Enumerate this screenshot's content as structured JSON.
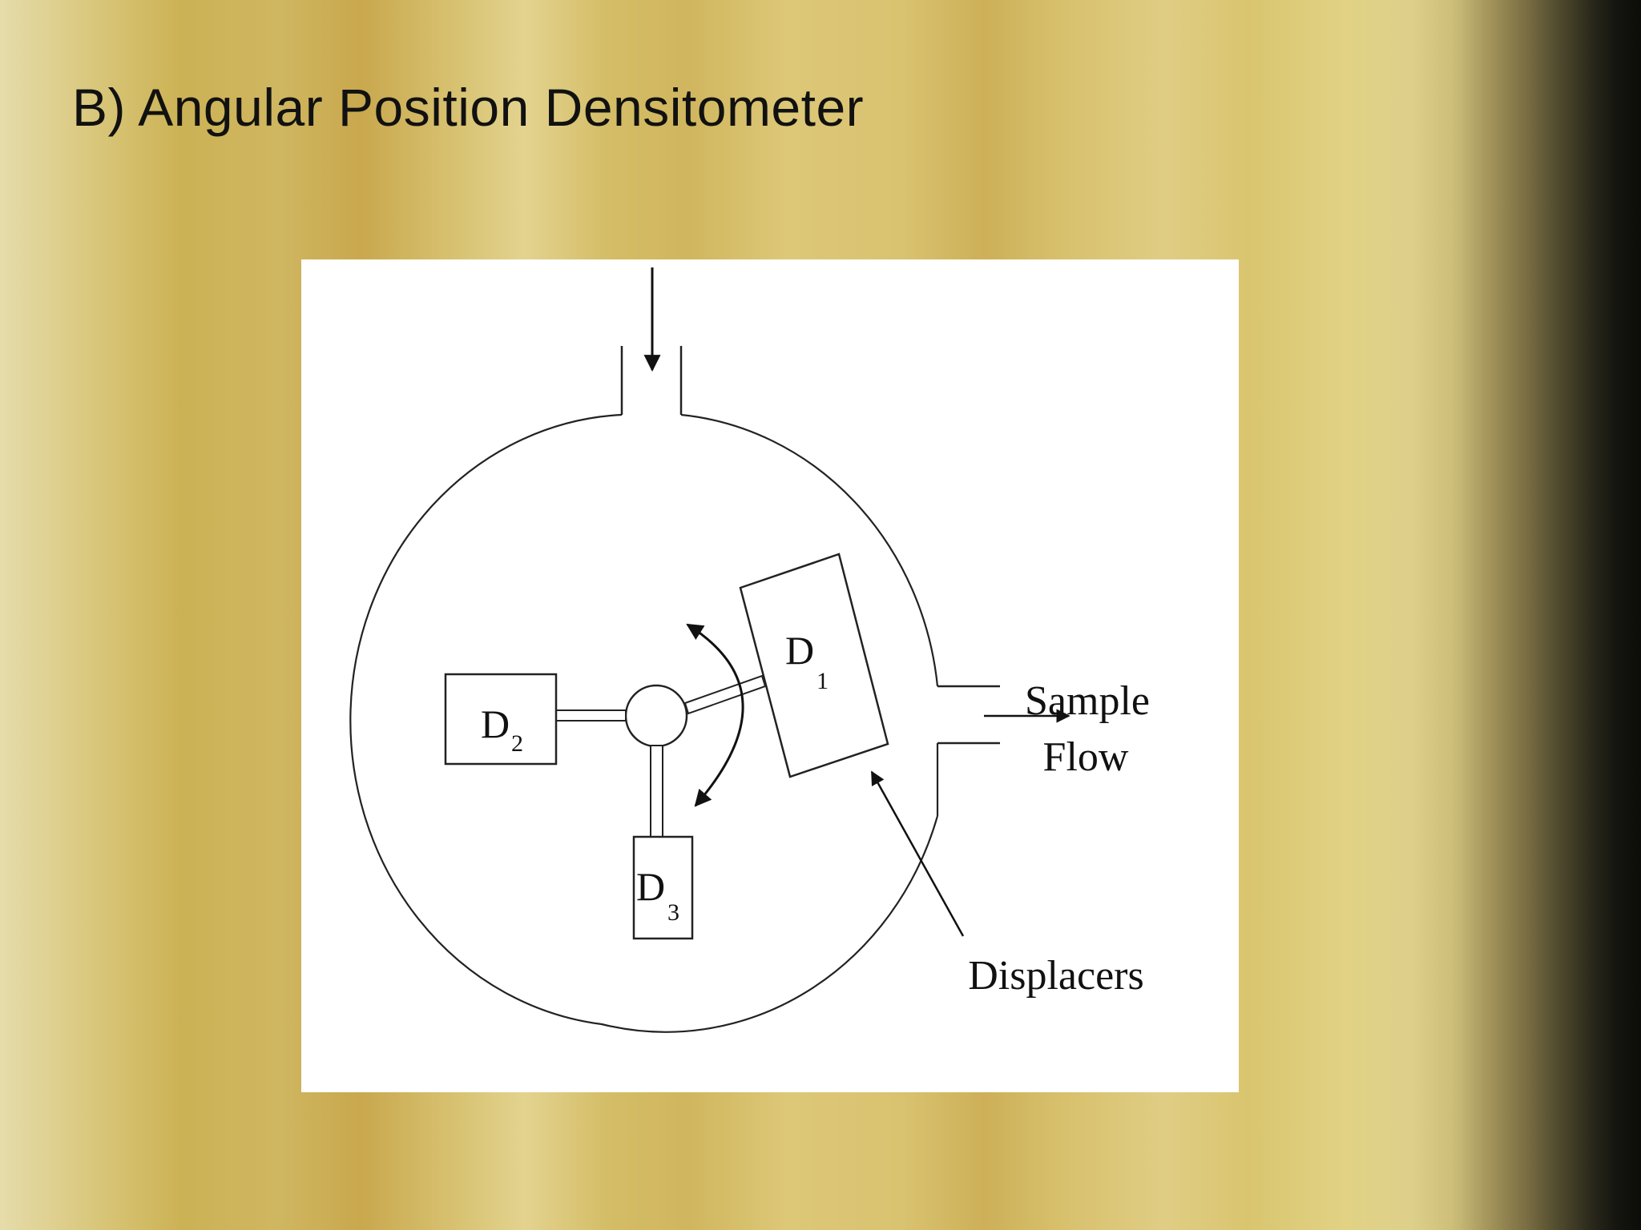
{
  "slide": {
    "title": "B) Angular Position Densitometer"
  },
  "diagram": {
    "displacers": [
      {
        "letter": "D",
        "index": "1"
      },
      {
        "letter": "D",
        "index": "2"
      },
      {
        "letter": "D",
        "index": "3"
      }
    ],
    "outlet_label_line1": "Sample",
    "outlet_label_line2": "Flow",
    "pointer_label": "Displacers"
  }
}
